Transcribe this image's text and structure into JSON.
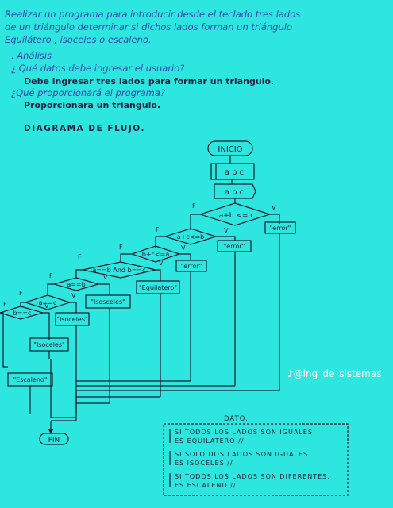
{
  "problem": {
    "line1": "Realizar un programa para introducir desde el teclado tres lados",
    "line2": "de un triángulo determinar si dichos lados forman un triángulo",
    "line3": "Equilátero , isoceles o escaleno."
  },
  "analysis": {
    "heading": ". Análisis",
    "q1": "¿ Qué datos debe ingresar el usuario?",
    "a1": "Debe ingresar tres lados para formar un triangulo.",
    "q2": "¿Qué proporcionará el programa?",
    "a2": "Proporcionara un triangulo."
  },
  "diagram_title": "DIAGRAMA DE FLUJO.",
  "flow": {
    "start": "INICIO",
    "input": "a  b  c",
    "output": "a  b  c",
    "cond1": "a+b <= c",
    "cond2": "a+c<=b",
    "cond3": "b+c<=a",
    "cond4": "a==b And b==c",
    "cond5": "a==b",
    "cond6": "a==c",
    "cond7": "b==c",
    "err1": "\"error\"",
    "err2": "\"error\"",
    "err3": "\"error\"",
    "equi": "\"Equilatero\"",
    "iso1": "\"Isosceles\"",
    "iso2": "\"Isoceles\"",
    "iso3": "\"Isoceles\"",
    "esc": "\"Escaleno\"",
    "end": "FIN",
    "f": "F",
    "v": "V"
  },
  "notes": {
    "title": "DATO.",
    "n1a": "SI TODOS LOS LADOS SON IGUALES",
    "n1b": "ES EQUILATERO //",
    "n2a": "SI SOLO DOS LADOS SON IGUALES",
    "n2b": "ES ISOCELES //",
    "n3a": "SI TODOS LOS LADOS SON DIFERENTES,",
    "n3b": "ES ESCALENO //"
  },
  "watermark": "@ing_de_sistemas",
  "colors": {
    "background": "#2ee6e0",
    "ink": "#1c1c2c",
    "pen": "#3344aa"
  }
}
